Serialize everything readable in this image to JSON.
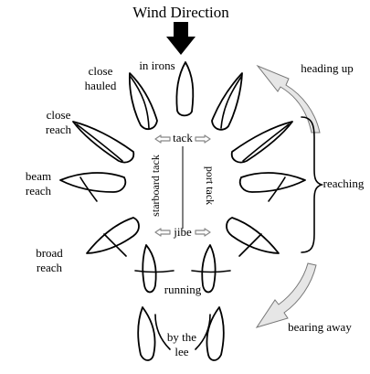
{
  "title": "Wind Direction",
  "points_of_sail": {
    "in_irons": "in irons",
    "close_hauled_line1": "close",
    "close_hauled_line2": "hauled",
    "close_reach_line1": "close",
    "close_reach_line2": "reach",
    "beam_reach_line1": "beam",
    "beam_reach_line2": "reach",
    "broad_reach_line1": "broad",
    "broad_reach_line2": "reach",
    "running": "running",
    "by_the_lee_line1": "by the",
    "by_the_lee_line2": "lee"
  },
  "maneuvers": {
    "tack": "tack",
    "jibe": "jibe",
    "starboard_tack": "starboard tack",
    "port_tack": "port tack"
  },
  "right_side": {
    "heading_up": "heading up",
    "reaching": "reaching",
    "bearing_away": "bearing away"
  }
}
